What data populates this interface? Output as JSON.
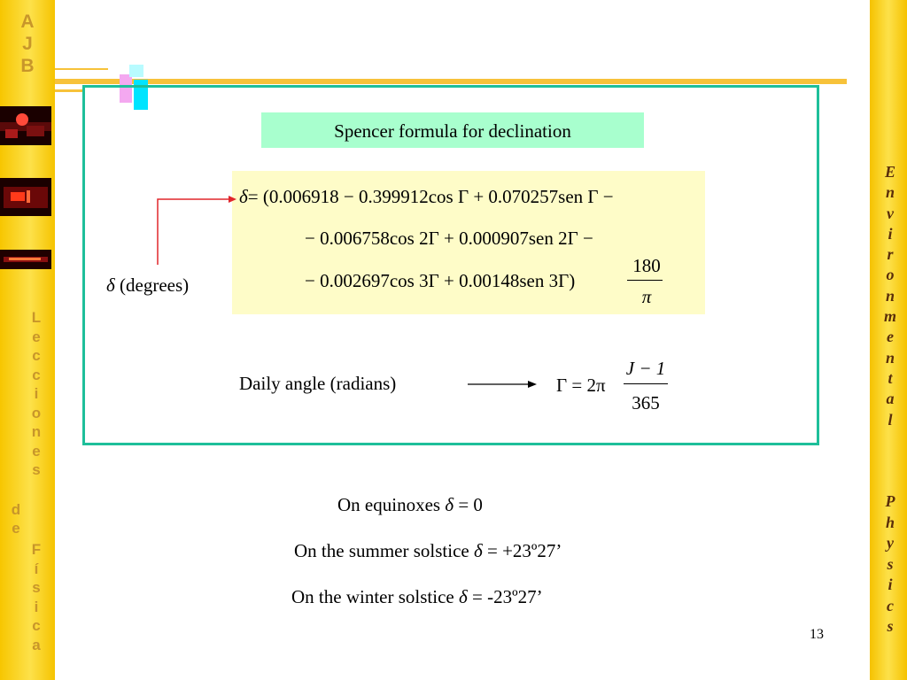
{
  "sidebar_left": {
    "logo_letters": [
      "A",
      "J",
      "B"
    ],
    "series_letters": [
      "L",
      "e",
      "c",
      "c",
      "i",
      "o",
      "n",
      "e",
      "s"
    ],
    "de_letters": [
      "d",
      "e"
    ],
    "fisica_letters": [
      "F",
      "í",
      "s",
      "i",
      "c",
      "a"
    ]
  },
  "sidebar_right": {
    "environmental_letters": [
      "E",
      "n",
      "v",
      "i",
      "r",
      "o",
      "n",
      "m",
      "e",
      "n",
      "t",
      "a",
      "l"
    ],
    "physics_letters": [
      "P",
      "h",
      "y",
      "s",
      "i",
      "c",
      "s"
    ]
  },
  "slide": {
    "title": "Spencer formula for declination",
    "delta_label": "(degrees)",
    "formula": {
      "line1": "= (0.006918 − 0.399912cos Γ + 0.070257sen Γ −",
      "line2": "− 0.006758cos 2Γ + 0.000907sen 2Γ −",
      "line3": "− 0.002697cos 3Γ + 0.00148sen 3Γ)",
      "fraction_num": "180",
      "fraction_den": "π"
    },
    "daily_angle_label": "Daily angle (radians)",
    "gamma_formula": {
      "lhs": "Γ = 2π",
      "num": "J − 1",
      "den": "365"
    },
    "equinox_text": "On equinoxes",
    "equinox_value": "= 0",
    "summer_text": "On the summer solstice",
    "summer_value": "= +23º27’",
    "winter_text": "On the winter solstice",
    "winter_value": "= -23º27’",
    "delta_symbol": "δ",
    "page_number": "13"
  },
  "colors": {
    "sidebar_yellow": "#f7c600",
    "frame_teal": "#1ebf9a",
    "title_box": "#a8ffce",
    "formula_box": "#fefcc8",
    "arrow_red": "#e0262b"
  }
}
